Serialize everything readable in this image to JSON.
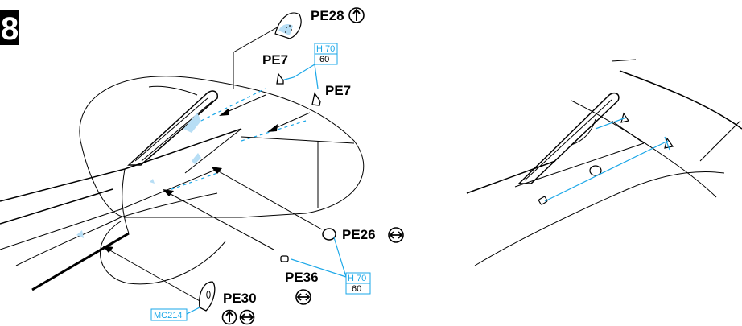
{
  "step_number": "8",
  "parts": {
    "pe28": "PE28",
    "pe7_left": "PE7",
    "pe7_right": "PE7",
    "pe26": "PE26",
    "pe36": "PE36",
    "pe30": "PE30"
  },
  "spec_box_top": {
    "code": "H 70",
    "value": "60"
  },
  "spec_box_bottom": {
    "code": "H 70",
    "value": "60"
  },
  "mc_label": "MC214",
  "colors": {
    "ink": "#000000",
    "accent_cyan": "#1aa7e8",
    "fill_cyan": "#b7def5"
  },
  "icons": {
    "flip_up": "circled-up-arrow-icon",
    "flip_side": "circled-double-arrow-icon"
  }
}
